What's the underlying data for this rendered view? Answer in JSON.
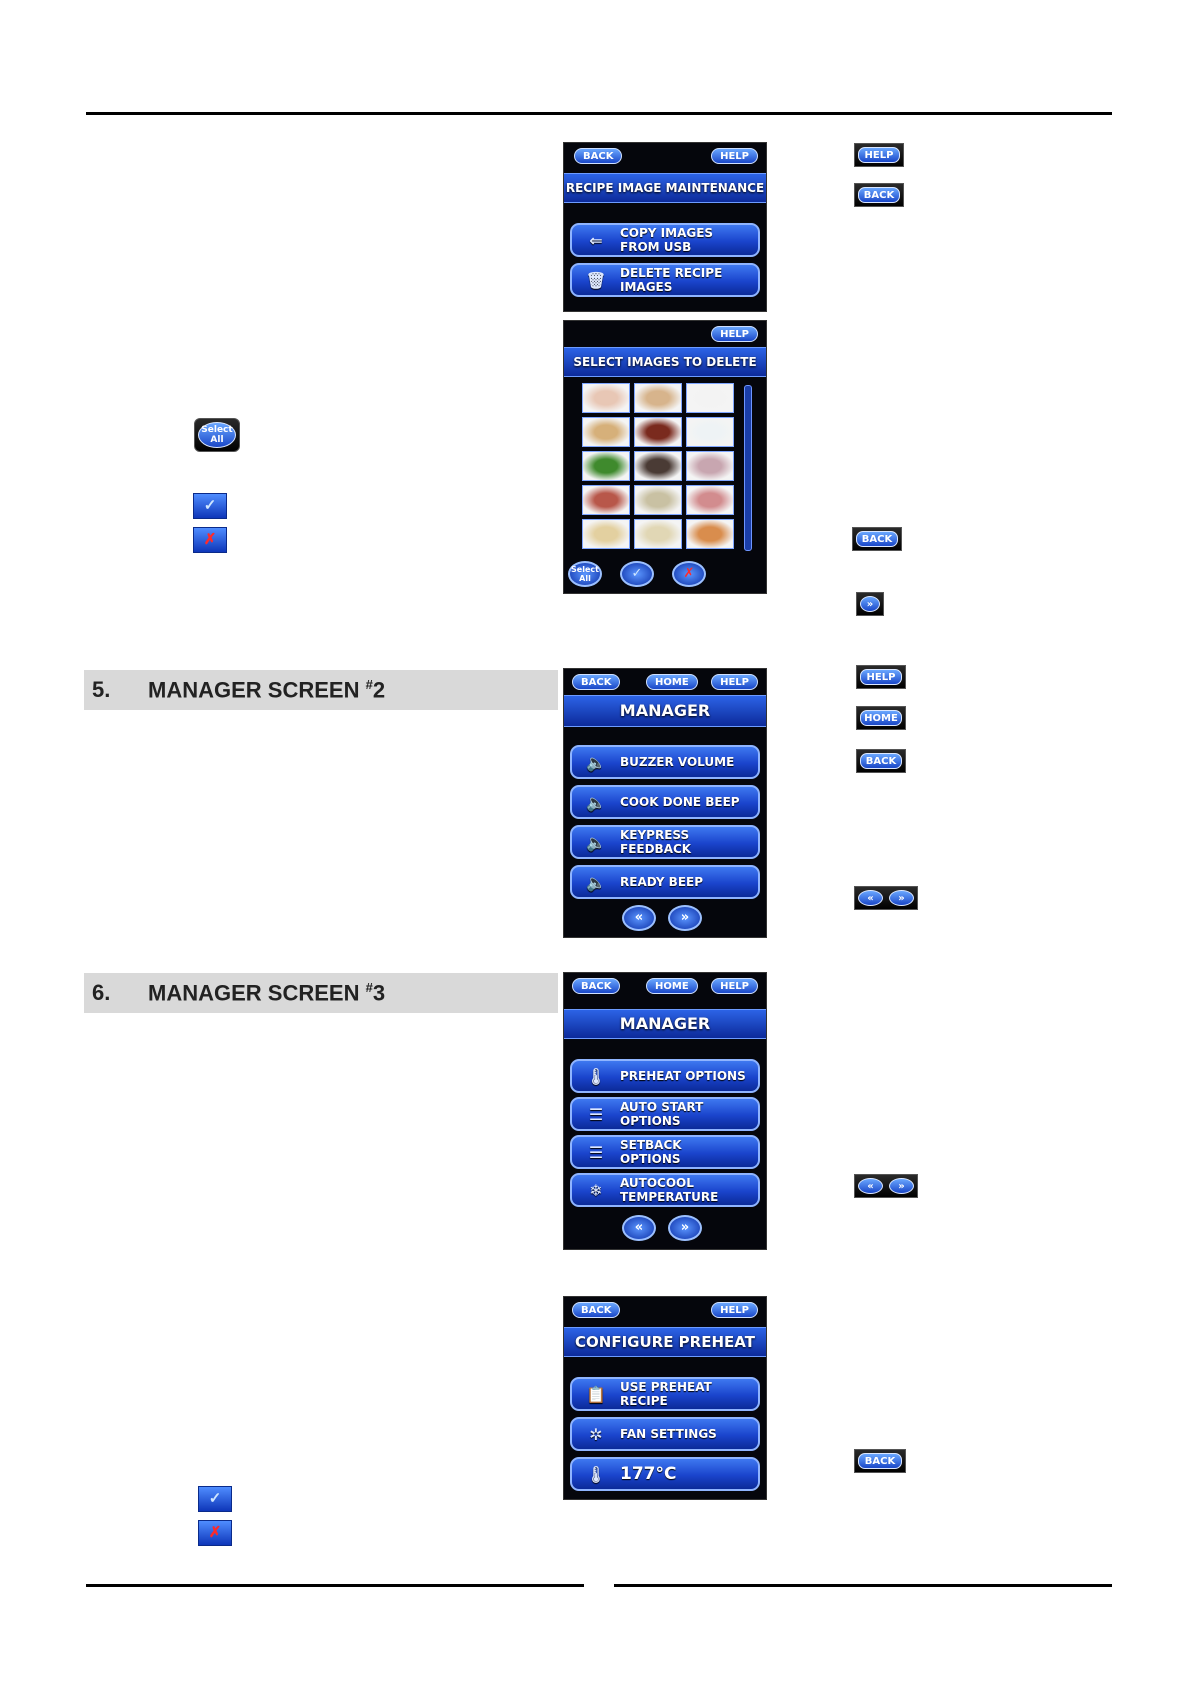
{
  "section5": {
    "num": "5.",
    "title": "MANAGER SCREEN ",
    "sup": "#",
    "tail": "2"
  },
  "section6": {
    "num": "6.",
    "title": "MANAGER SCREEN ",
    "sup": "#",
    "tail": "3"
  },
  "screen_recipe": {
    "back": "BACK",
    "help": "HELP",
    "title": "RECIPE IMAGE MAINTENANCE",
    "buttons": [
      {
        "label": "COPY IMAGES\nFROM USB",
        "icon": "usb-icon"
      },
      {
        "label": "DELETE RECIPE\nIMAGES",
        "icon": "trash-icon"
      }
    ]
  },
  "screen_delete": {
    "help": "HELP",
    "title": "SELECT IMAGES TO DELETE",
    "select_all": "Select\nAll",
    "thumb_colors": [
      "#e8c7b5",
      "#d7b48c",
      "#f3f3f3",
      "#d6b07a",
      "#7a2a1e",
      "#eef3f5",
      "#3f8a2d",
      "#4a3b35",
      "#c8a6b0",
      "#b8574a",
      "#c9c1a3",
      "#d28c8e",
      "#e3d0a0",
      "#e1d7b5",
      "#d98d4d"
    ]
  },
  "screen_manager2": {
    "back": "BACK",
    "home": "HOME",
    "help": "HELP",
    "title": "MANAGER",
    "buttons": [
      {
        "label": "BUZZER VOLUME",
        "icon": "speaker-icon"
      },
      {
        "label": "COOK DONE BEEP",
        "icon": "speaker-icon"
      },
      {
        "label": "KEYPRESS\nFEEDBACK",
        "icon": "speaker-icon"
      },
      {
        "label": "READY BEEP",
        "icon": "speaker-icon"
      }
    ]
  },
  "screen_manager3": {
    "back": "BACK",
    "home": "HOME",
    "help": "HELP",
    "title": "MANAGER",
    "buttons": [
      {
        "label": "PREHEAT OPTIONS",
        "icon": "thermometer-icon"
      },
      {
        "label": "AUTO START\nOPTIONS",
        "icon": "list-icon"
      },
      {
        "label": "SETBACK\nOPTIONS",
        "icon": "list-icon"
      },
      {
        "label": "AUTOCOOL\nTEMPERATURE",
        "icon": "snowflake-icon"
      }
    ]
  },
  "screen_preheat": {
    "back": "BACK",
    "help": "HELP",
    "title": "CONFIGURE PREHEAT",
    "buttons": [
      {
        "label": "USE PREHEAT\nRECIPE",
        "icon": "recipe-icon"
      },
      {
        "label": "FAN SETTINGS",
        "icon": "fan-icon"
      },
      {
        "label": "177°C",
        "icon": "thermometer-icon"
      }
    ]
  },
  "legend": {
    "help": "HELP",
    "back": "BACK",
    "home": "HOME",
    "select_all": "Select\nAll",
    "check": "✓",
    "cross": "✗",
    "next": "»",
    "prev": "«"
  },
  "colors": {
    "screen_bg": "#05060c",
    "button_blue": "#1a44cc",
    "accent_light": "#8fb4ff",
    "section_bg": "#d9d9d9"
  }
}
